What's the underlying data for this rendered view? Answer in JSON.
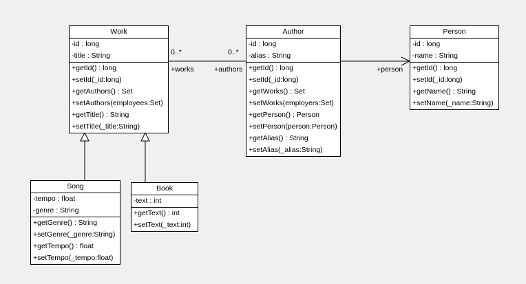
{
  "diagram": {
    "type": "uml-class-diagram",
    "colors": {
      "background": "#f0f0f0",
      "box_fill": "#ffffff",
      "line": "#000000"
    }
  },
  "classes": {
    "work": {
      "name": "Work",
      "attributes": [
        "-id : long",
        "-title : String"
      ],
      "methods": [
        "+getId() : long",
        "+setId(_id:long)",
        "+getAuthors() : Set",
        "+setAuthors(employees:Set)",
        "+getTitle() : String",
        "+setTitle(_title:String)"
      ]
    },
    "author": {
      "name": "Author",
      "attributes": [
        "-id : long",
        "-alias : String"
      ],
      "methods": [
        "+getId() : long",
        "+setId(_id:long)",
        "+getWorks() : Set",
        "+setWorks(employers:Set)",
        "+getPerson() : Person",
        "+setPerson(person:Person)",
        "+getAlias() : String",
        "+setAlias(_alias:String)"
      ]
    },
    "person": {
      "name": "Person",
      "attributes": [
        "-id : long",
        "-name : String"
      ],
      "methods": [
        "+getId() : long",
        "+setId(_id:long)",
        "+getName() : String",
        "+setName(_name:String)"
      ]
    },
    "song": {
      "name": "Song",
      "attributes": [
        "-tempo : float",
        "-genre : String"
      ],
      "methods": [
        "+getGenre() : String",
        "+setGenre(_genre:String)",
        "+getTempo() : float",
        "+setTempo(_tempo:float)"
      ]
    },
    "book": {
      "name": "Book",
      "attributes": [
        "-text : int"
      ],
      "methods": [
        "+getText() : int",
        "+setText(_text:int)"
      ]
    }
  },
  "edges": {
    "work_author": {
      "work_multiplicity": "0..*",
      "work_role": "+works",
      "author_multiplicity": "0..*",
      "author_role": "+authors"
    },
    "author_person": {
      "person_role": "+person"
    }
  }
}
